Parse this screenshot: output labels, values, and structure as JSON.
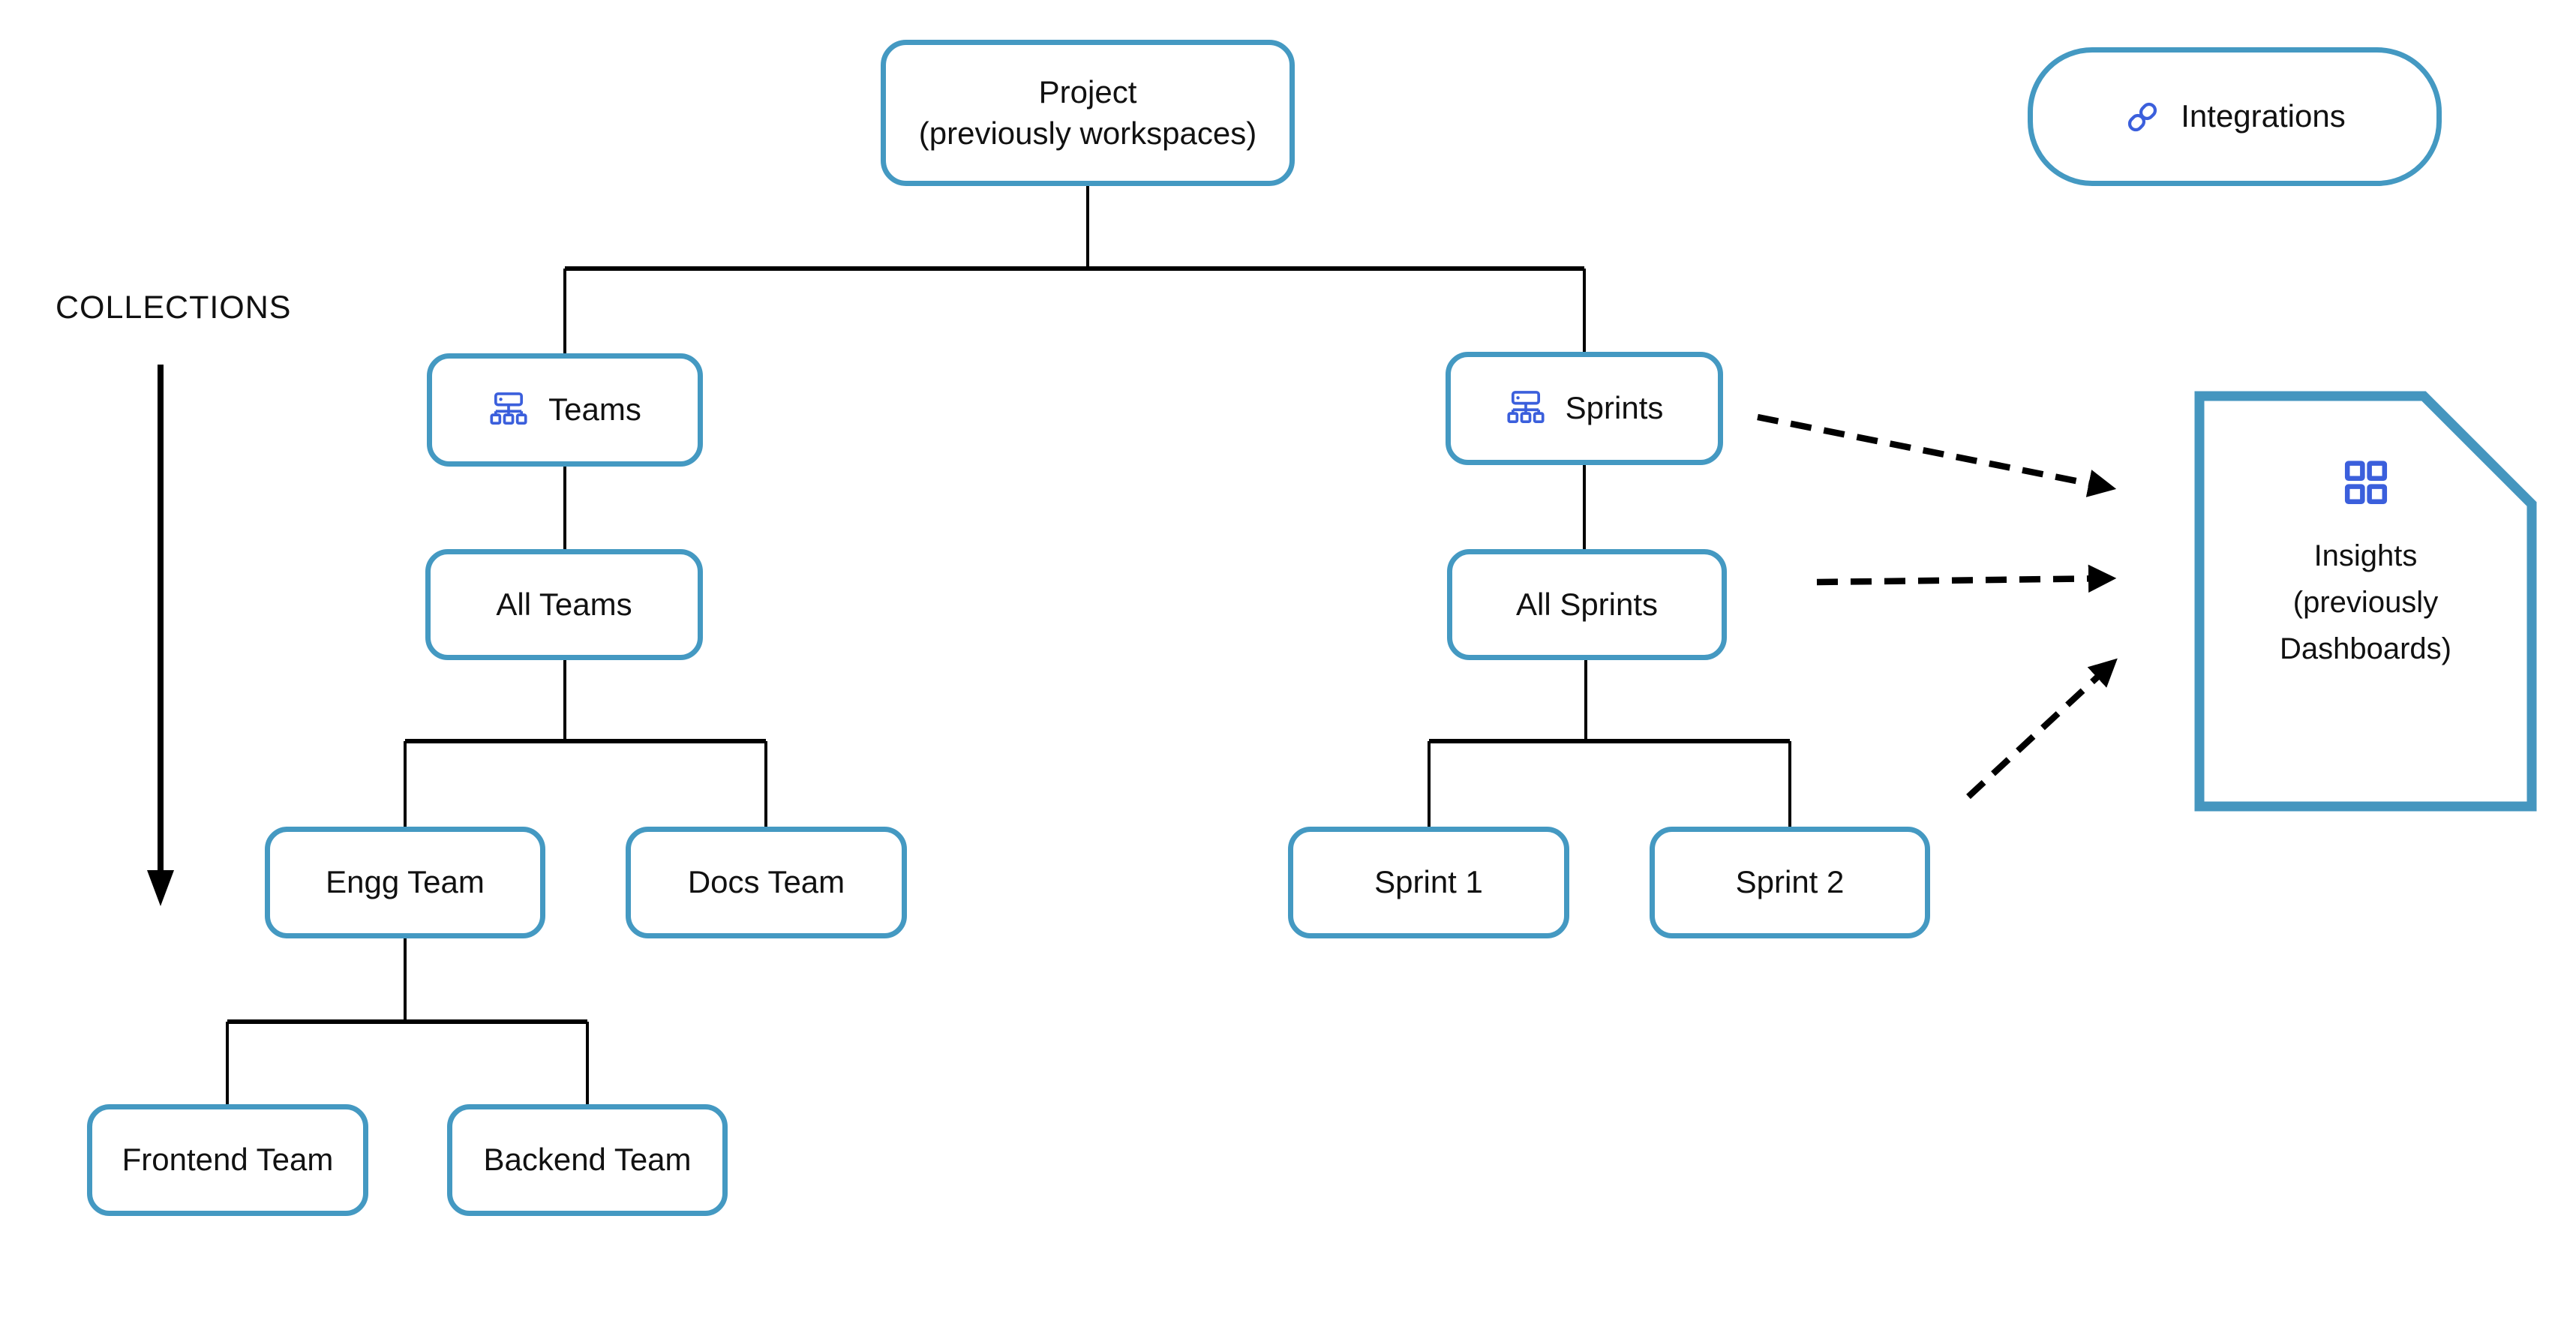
{
  "diagram": {
    "collections_label": "COLLECTIONS",
    "colors": {
      "box_border": "#4499c2",
      "document_border": "#4596bf",
      "icon_blue": "#3b5fdc",
      "connector_black": "#000000",
      "background": "#ffffff"
    },
    "nodes": {
      "project": {
        "line1": "Project",
        "line2": "(previously workspaces)"
      },
      "integrations": {
        "label": "Integrations",
        "icon": "link-icon"
      },
      "teams": {
        "label": "Teams",
        "icon": "org-chart-icon"
      },
      "sprints": {
        "label": "Sprints",
        "icon": "org-chart-icon"
      },
      "all_teams": {
        "label": "All Teams"
      },
      "all_sprints": {
        "label": "All Sprints"
      },
      "engg_team": {
        "label": "Engg Team"
      },
      "docs_team": {
        "label": "Docs Team"
      },
      "sprint_1": {
        "label": "Sprint 1"
      },
      "sprint_2": {
        "label": "Sprint 2"
      },
      "frontend_team": {
        "label": "Frontend Team"
      },
      "backend_team": {
        "label": "Backend Team"
      },
      "insights": {
        "line1": "Insights",
        "line2": "(previously",
        "line3": "Dashboards)",
        "icon": "dashboard-grid-icon"
      }
    }
  }
}
